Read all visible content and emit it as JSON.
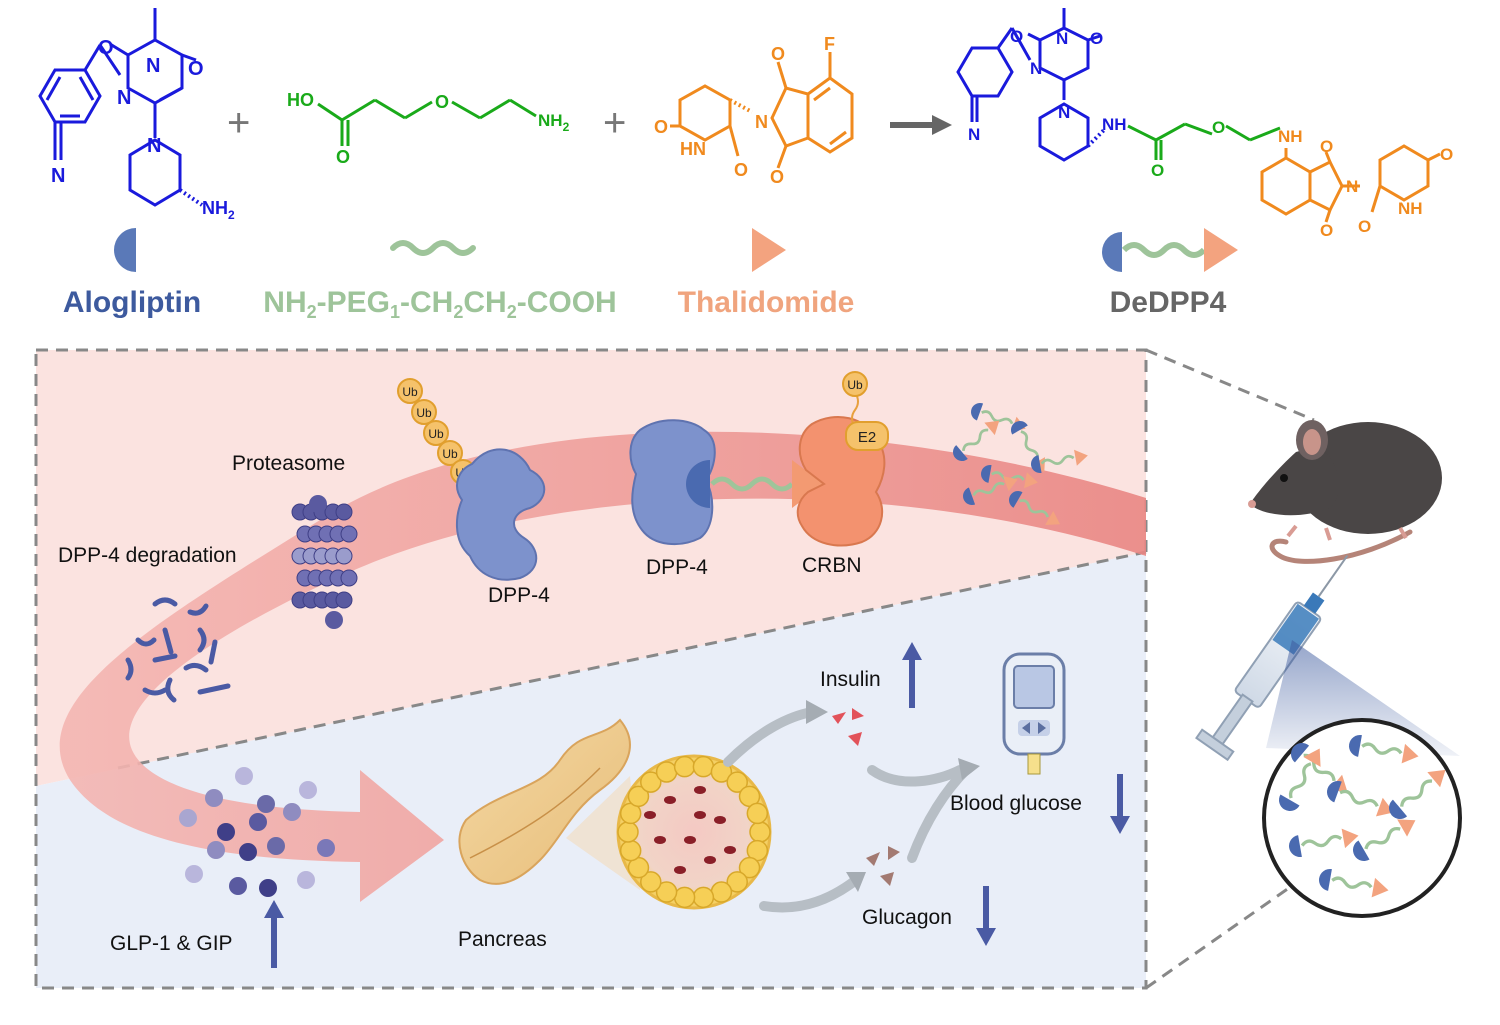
{
  "colors": {
    "alogliptin": "#3d5a9e",
    "linker": "#9ec49a",
    "thalidomide": "#f0a47e",
    "dedpp4": "#666666",
    "bond_blue": "#1a1adc",
    "bond_green": "#1aaa1a",
    "bond_orange": "#f08a1e",
    "panel_pink": "#fbe3e0",
    "panel_blue": "#e9eef8"
  },
  "top": {
    "plus_1": "+",
    "plus_2": "+",
    "names": {
      "alogliptin": "Alogliptin",
      "linker_parts": [
        "NH",
        "2",
        "-PEG",
        "1",
        "-CH",
        "2",
        "CH",
        "2",
        "-COOH"
      ],
      "thalidomide": "Thalidomide",
      "dedpp4": "DeDPP4"
    },
    "atoms": {
      "alo_n_methyl": "N",
      "alo_o1": "O",
      "alo_o2": "O",
      "alo_n1": "N",
      "alo_n_pip": "N",
      "alo_cn": "N",
      "alo_nh2": "NH",
      "linker_ho": "HO",
      "linker_o_ether": "O",
      "linker_o_carb": "O",
      "linker_nh2": "NH",
      "thal_o1": "O",
      "thal_hn": "HN",
      "thal_o2": "O",
      "thal_n": "N",
      "thal_o3": "O",
      "thal_o4": "O",
      "thal_f": "F",
      "prod_n": "N",
      "prod_o1": "O",
      "prod_o2": "O",
      "prod_n1": "N",
      "prod_n_pip": "N",
      "prod_cn": "N",
      "prod_nh": "NH",
      "prod_o_amide": "O",
      "prod_o_ether": "O",
      "prod_nh2": "NH",
      "prod_o3": "O",
      "prod_n_thal": "N",
      "prod_o4": "O",
      "prod_o5": "O",
      "prod_o6": "O",
      "prod_nh3": "NH"
    },
    "subscript_2": "2"
  },
  "panel": {
    "labels": {
      "proteasome": "Proteasome",
      "dpp4_degradation": "DPP-4 degradation",
      "dpp4_a": "DPP-4",
      "dpp4_b": "DPP-4",
      "crbn": "CRBN",
      "e2": "E2",
      "ub": "Ub",
      "insulin": "Insulin",
      "blood_glucose": "Blood glucose",
      "glucagon": "Glucagon",
      "pancreas": "Pancreas",
      "glp1_gip": "GLP-1 & GIP"
    }
  }
}
